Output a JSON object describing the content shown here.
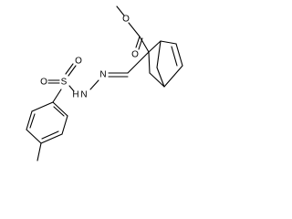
{
  "structure": {
    "atom_labels": {
      "o_carbonyl": "O",
      "o_ester": "O",
      "o_sulfonyl_left": "O",
      "o_sulfonyl_right": "O",
      "s": "S",
      "n_hydrazone": "N",
      "n_amine": "N",
      "h_amine": "H"
    }
  }
}
